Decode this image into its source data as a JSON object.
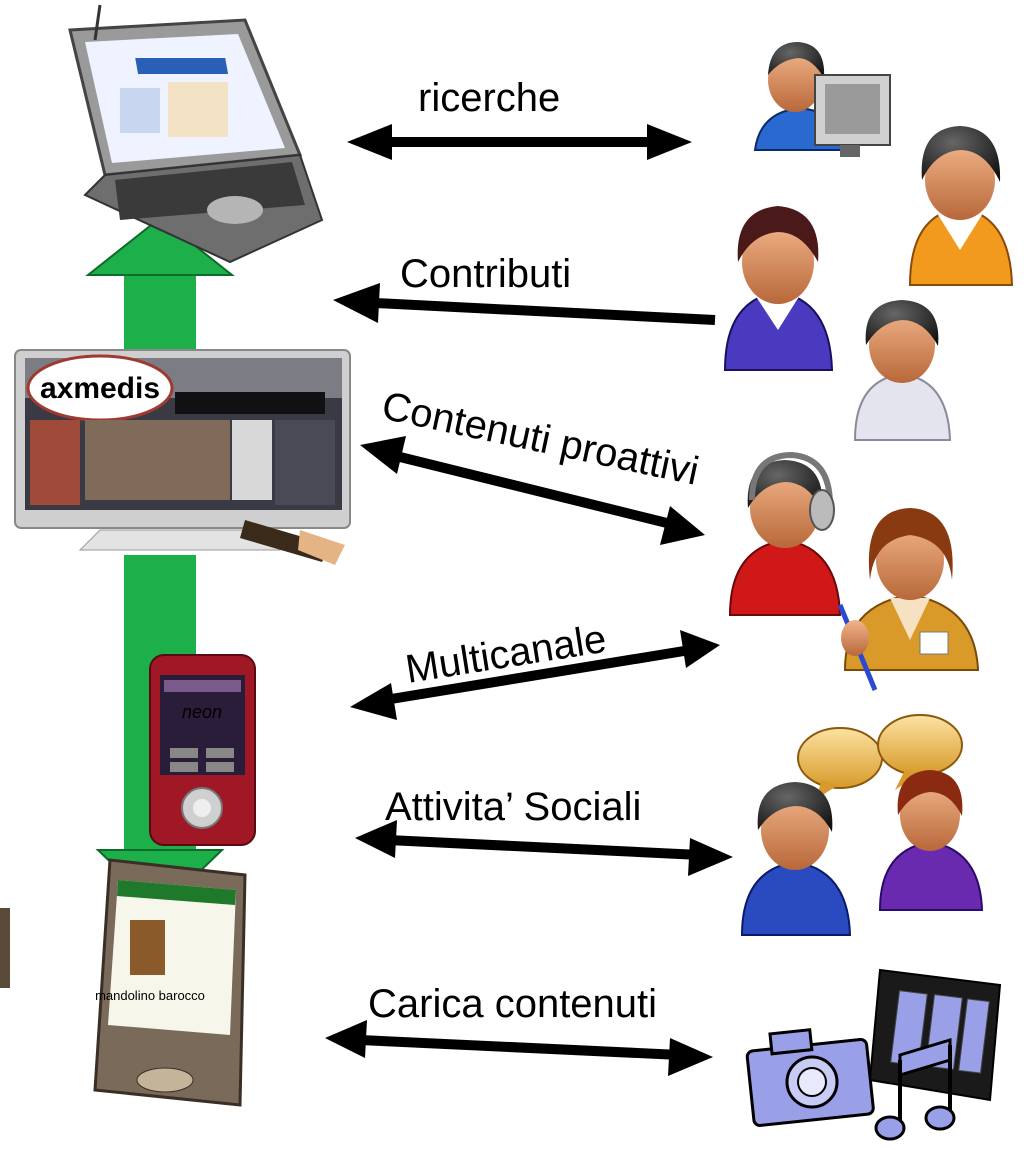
{
  "diagram": {
    "labels": {
      "ricerche": "ricerche",
      "contributi": "Contributi",
      "contenuti_proattivi": "Contenuti proattivi",
      "multicanale": "Multicanale",
      "attivita_sociali": "Attivita’ Sociali",
      "carica_contenuti": "Carica contenuti"
    },
    "tv_logo": "axmedis",
    "phone_screen_text": "neon",
    "pda_text": "mandolino barocco",
    "colors": {
      "flow_arrow": "#1db04a",
      "link_arrow": "#000000",
      "media_icon": "#9aa0e8"
    }
  }
}
